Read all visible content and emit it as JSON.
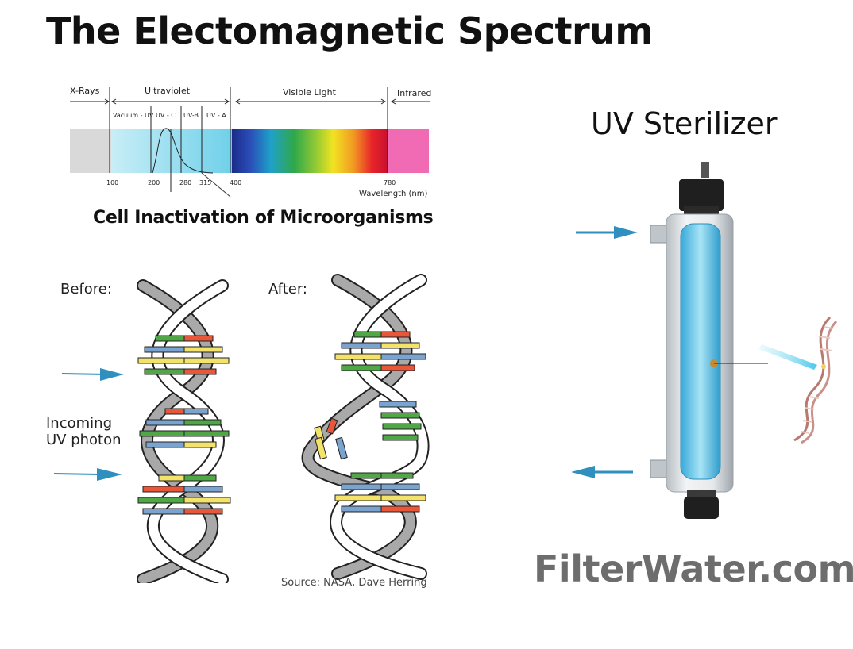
{
  "title": "The Electomagnetic Spectrum",
  "spectrum": {
    "bands": [
      "X-Rays",
      "Ultraviolet",
      "Visible Light",
      "Infrared"
    ],
    "sub_bands": [
      "Vacuum - UV",
      "UV - C",
      "UV-B",
      "UV - A"
    ],
    "ticks": [
      "100",
      "200",
      "280",
      "315",
      "400",
      "780"
    ],
    "axis_label": "Wavelength (nm)",
    "colors": {
      "xray": "#d9d9d9",
      "uv": "#9fdfee",
      "infrared": "#f06bb3"
    }
  },
  "subtitle": "Cell Inactivation of Microorganisms",
  "dna": {
    "before_label": "Before:",
    "after_label": "After:",
    "photon_label_line1": "Incoming",
    "photon_label_line2": "UV photon",
    "base_colors": [
      "#4fa845",
      "#e8573a",
      "#f3e36a",
      "#7aa3d0"
    ],
    "source": "Source: NASA, Dave Herring"
  },
  "sterilizer": {
    "title": "UV Sterilizer",
    "lamp_color": "#7fd3ef",
    "arrow_color": "#2f8fbf"
  },
  "brand": "FilterWater.com"
}
